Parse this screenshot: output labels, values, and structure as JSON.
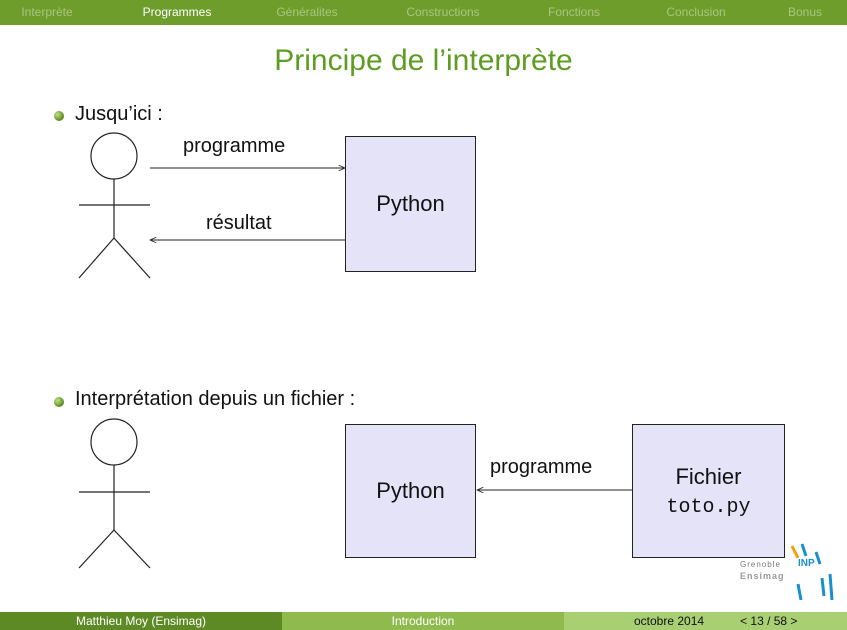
{
  "nav": {
    "items": [
      {
        "label": "Interprète",
        "active": false
      },
      {
        "label": "Programmes",
        "active": true
      },
      {
        "label": "Généralites",
        "active": false
      },
      {
        "label": "Constructions",
        "active": false
      },
      {
        "label": "Fonctions",
        "active": false
      },
      {
        "label": "Conclusion",
        "active": false
      },
      {
        "label": "Bonus",
        "active": false
      }
    ]
  },
  "slide": {
    "title": "Principe de l’interprète",
    "section1": {
      "bullet": "Jusqu’ici :",
      "arrow_top_label": "programme",
      "arrow_bottom_label": "résultat",
      "box_label": "Python"
    },
    "section2": {
      "bullet": "Interprétation depuis un fichier :",
      "box_label": "Python",
      "arrow_label": "programme",
      "file_box_title": "Fichier",
      "file_box_name": "toto.py"
    }
  },
  "logo": {
    "line1": "Grenoble",
    "line1_b": "INP",
    "line2": "Ensimag"
  },
  "footer": {
    "author": "Matthieu Moy  (Ensimag)",
    "section": "Introduction",
    "date": "octobre 2014",
    "page": "< 13 / 58 >"
  },
  "colors": {
    "nav_bg": "#6e9d2c",
    "title": "#5e9c22",
    "box_fill": "#e4e3f8"
  }
}
